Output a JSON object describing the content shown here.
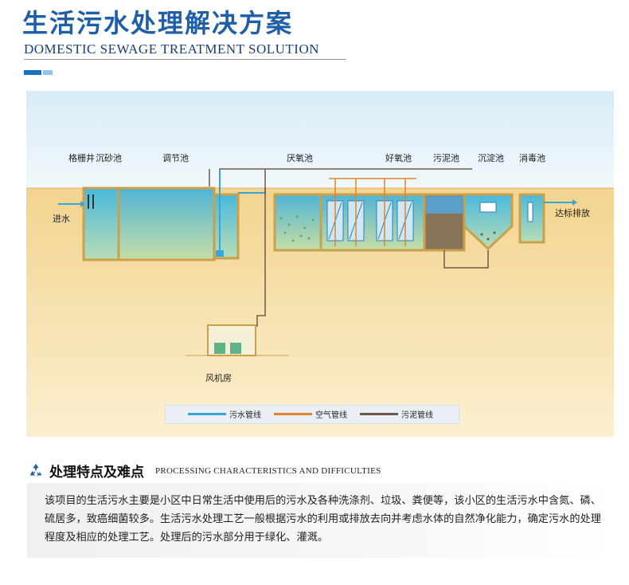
{
  "header": {
    "title_cn": "生活污水处理解决方案",
    "title_en": "DOMESTIC SEWAGE TREATMENT SOLUTION"
  },
  "diagram": {
    "labels": {
      "bar_screen": "格栅井",
      "grit": "沉砂池",
      "equalization": "调节池",
      "anaerobic": "厌氧池",
      "aerobic": "好氧池",
      "sludge": "污泥池",
      "sedimentation": "沉淀池",
      "disinfection": "消毒池",
      "inlet": "进水",
      "outlet": "达标排放",
      "blower": "风机房"
    },
    "legend": [
      {
        "label": "污水管线",
        "color": "#3aa6d8"
      },
      {
        "label": "空气管线",
        "color": "#e0852a"
      },
      {
        "label": "污泥管线",
        "color": "#6e5a4a"
      }
    ]
  },
  "section": {
    "title_cn": "处理特点及难点",
    "title_en": "PROCESSING CHARACTERISTICS AND DIFFICULTIES",
    "body": "该项目的生活污水主要是小区中日常生活中使用后的污水及各种洗涤剂、垃圾、粪便等，该小区的生活污水中含氮、磷、硫居多，致癌细菌较多。生活污水处理工艺一般根据污水的利用或排放去向并考虑水体的自然净化能力，确定污水的处理程度及相应的处理工艺。处理后的污水部分用于绿化、灌溉。"
  },
  "colors": {
    "brand_blue": "#1f5fa8",
    "accent_dark": "#1a6fc0",
    "accent_light": "#8cc6ee"
  }
}
